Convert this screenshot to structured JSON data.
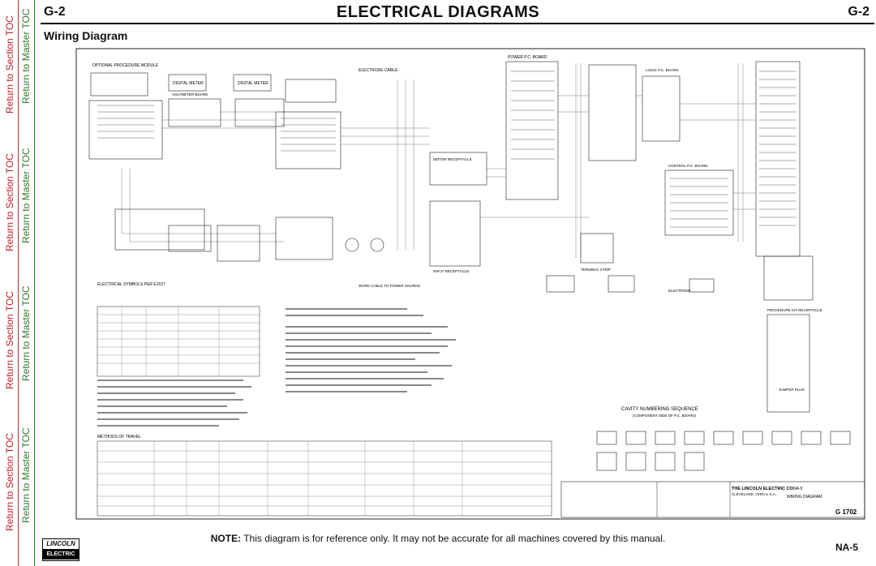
{
  "header": {
    "page_code_left": "G-2",
    "page_code_right": "G-2",
    "title": "ELECTRICAL DIAGRAMS",
    "section": "Wiring Diagram"
  },
  "side_nav": {
    "section_label": "Return to Section TOC",
    "master_label": "Return to Master TOC"
  },
  "diagram": {
    "symbols_title": "ELECTRICAL SYMBOLS PER E1537",
    "cavity_title": "CAVITY NUMBERING SEQUENCE",
    "cavity_sub": "(COMPONENT SIDE OF P.C. BOARD)",
    "labels": {
      "digital_meter": "DIGITAL METER",
      "voltmeter_board": "VOLTMETER BOARD",
      "optional_procedure_module": "OPTIONAL PROCEDURE MODULE",
      "electrode_cable": "ELECTRODE CABLE",
      "power_pc_board": "POWER P.C. BOARD",
      "control_pc_board": "CONTROL P.C. BOARD",
      "logic_pc_board": "LOGIC P.C. BOARD",
      "motor_receptacle": "MOTOR RECEPTACLE",
      "input_receptacle": "INPUT RECEPTACLE",
      "work_cable": "WORK CABLE TO POWER SOURCE",
      "electrode": "ELECTRODE",
      "jumper_plug": "JUMPER PLUG",
      "procedure_kit": "PROCEDURE KIT RECEPTACLE",
      "terminal_strip": "TERMINAL STRIP",
      "methods_title": "METHODS OF TRAVEL"
    },
    "title_block": {
      "company": "THE LINCOLN ELECTRIC CO.",
      "city": "CLEVELAND, OHIO U.S.A.",
      "drawing": "WIRING DIAGRAM",
      "code": "NA-5",
      "drawing_number": "G 1702"
    }
  },
  "footer": {
    "note_prefix": "NOTE:",
    "note_text": "This diagram is for reference only. It may not be accurate for all machines covered by this manual.",
    "page_number": "NA-5",
    "logo_top": "LINCOLN",
    "logo_bottom": "ELECTRIC"
  }
}
